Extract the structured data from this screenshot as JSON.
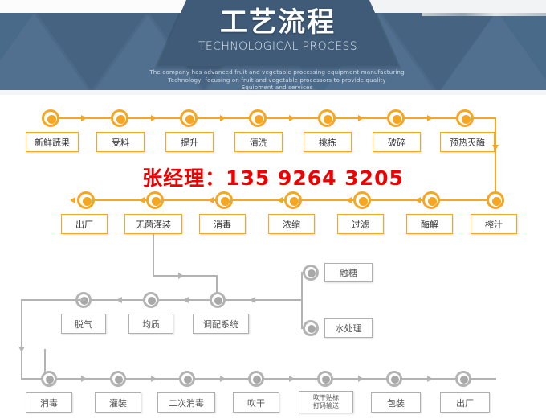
{
  "header": {
    "title_cn": "工艺流程",
    "title_en": "TECHNOLOGICAL PROCESS",
    "subtitle_line1": "The company has advanced fruit and vegetable processing equipment manufacturing",
    "subtitle_line2": "Technology, focusing on fruit and vegetable processors to provide quality",
    "subtitle_line3": "Equipment and services",
    "bg_color": "#4a6a8a",
    "plate_color": "#3f5b78"
  },
  "overlay": {
    "contact": "张经理：135 9264 3205",
    "color": "#ee0000"
  },
  "colors": {
    "orange": "#F5A623",
    "gray": "#b3b3b3"
  },
  "flow": {
    "row1": [
      {
        "label": "新鲜蔬果"
      },
      {
        "label": "受料"
      },
      {
        "label": "提升"
      },
      {
        "label": "清洗"
      },
      {
        "label": "挑拣"
      },
      {
        "label": "破碎"
      },
      {
        "label": "预热灭酶"
      }
    ],
    "row2": [
      {
        "label": "出厂"
      },
      {
        "label": "无菌灌装"
      },
      {
        "label": "消毒"
      },
      {
        "label": "浓缩"
      },
      {
        "label": "过滤"
      },
      {
        "label": "酶解"
      },
      {
        "label": "榨汁"
      }
    ],
    "row3": [
      {
        "label": "脱气"
      },
      {
        "label": "均质"
      },
      {
        "label": "调配系统"
      }
    ],
    "branch": [
      {
        "label": "融糖"
      },
      {
        "label": "水处理"
      }
    ],
    "row4": [
      {
        "label": "消毒"
      },
      {
        "label": "灌装"
      },
      {
        "label": "二次消毒"
      },
      {
        "label": "吹干"
      },
      {
        "label": "吹干贴标",
        "label2": "打码输送"
      },
      {
        "label": "包装"
      },
      {
        "label": "出厂"
      }
    ]
  }
}
